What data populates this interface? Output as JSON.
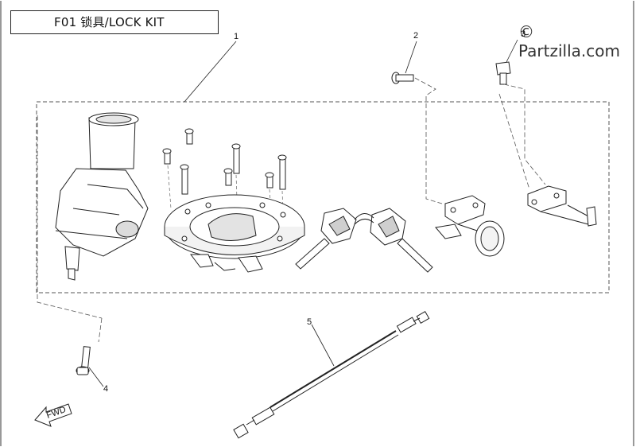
{
  "header": {
    "title": "F01 锁具/LOCK KIT"
  },
  "watermark": {
    "text": "© Partzilla.com"
  },
  "callouts": [
    "1",
    "2",
    "3",
    "4",
    "5"
  ],
  "direction_marker": {
    "text": "FWD"
  },
  "colors": {
    "line": "#222222",
    "fill": "#ffffff",
    "shade": "#cfcfcf"
  }
}
